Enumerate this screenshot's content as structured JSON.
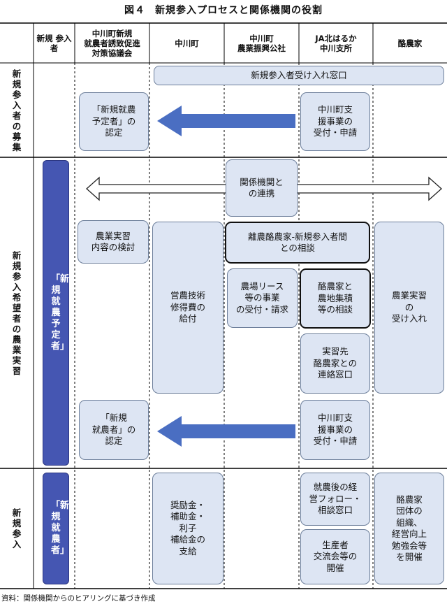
{
  "title": {
    "number": "図４",
    "text": "新規参入プロセスと関係機関の役割"
  },
  "columns": [
    "新規\n参入者",
    "中川町新規\n就農者誘致促進\n対策協議会",
    "中川町",
    "中川町\n農業振興公社",
    "JA北はるか\n中川支所",
    "酪農家"
  ],
  "rows": [
    "新規参入者の募集",
    "新規参入希望者の農業実習",
    "新規参入"
  ],
  "boxes": {
    "window": "新規参入者受け入れ窓口",
    "nintei1": "「新規就農\n予定者」の\n認定",
    "shien1": "中川町支\n援事業の\n受付・申請",
    "renkei": "関係機関と\nの連携",
    "kento": "農業実習\n内容の検討",
    "rinou": "離農酪農家-新規参入者間\nとの相談",
    "jisshu_ukeire": "農業実習\nの\n受け入れ",
    "kyufu": "営農技術\n修得費の\n給付",
    "lease": "農場リース\n等の事業\nの受付・請求",
    "shuseki": "酪農家と\n農地集積\n等の相談",
    "renraku": "実習先\n酪農家との\n連絡窓口",
    "nintei2": "「新規\n就農者」の\n認定",
    "shien2": "中川町支\n援事業の\n受付・申請",
    "shoreikin": "奨励金・\n補助金・\n利子\n補給金の\n支給",
    "follow": "就農後の経\n営フォロー・\n相談窓口",
    "koryu": "生産者\n交流会等の\n開催",
    "dantai": "酪農家\n団体の\n組織、\n経営向上\n勉強会等\nを開催"
  },
  "bars": {
    "yotei": "「新規就農予定者」",
    "shunou": "「新規就農者」"
  },
  "source": "資料：関係機関からのヒアリングに基づき作成",
  "colors": {
    "box_fill": "#dde5f3",
    "bar_fill": "#4556b2",
    "arrow": "#4a6ec2"
  }
}
